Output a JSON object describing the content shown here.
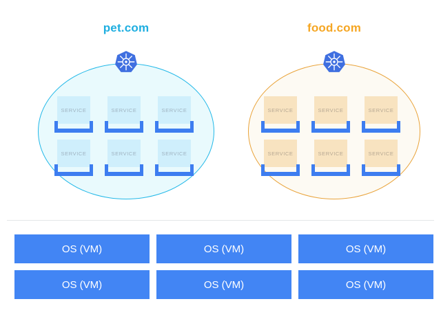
{
  "diagram": {
    "title_font_color_pet": "#1eaee0",
    "title_font_color_food": "#f5a623",
    "service_label": "SERVICE",
    "vm_label": "OS (VM)"
  },
  "clusters": [
    {
      "name": "pet-cluster",
      "title": "pet.com",
      "title_color": "#1eaee0",
      "border_color": "#22b8e8",
      "fill_color": "#e9fafd",
      "service_box_color": "#cfeffc",
      "service_text_color": "#9fb3c0",
      "icon": "kubernetes-icon",
      "services": [
        {
          "label": "SERVICE"
        },
        {
          "label": "SERVICE"
        },
        {
          "label": "SERVICE"
        },
        {
          "label": "SERVICE"
        },
        {
          "label": "SERVICE"
        },
        {
          "label": "SERVICE"
        }
      ]
    },
    {
      "name": "food-cluster",
      "title": "food.com",
      "title_color": "#f5a623",
      "border_color": "#e9a33a",
      "fill_color": "#fdfaf3",
      "service_box_color": "#f8e3c0",
      "service_text_color": "#b6a893",
      "icon": "kubernetes-icon",
      "services": [
        {
          "label": "SERVICE"
        },
        {
          "label": "SERVICE"
        },
        {
          "label": "SERVICE"
        },
        {
          "label": "SERVICE"
        },
        {
          "label": "SERVICE"
        },
        {
          "label": "SERVICE"
        }
      ]
    }
  ],
  "infrastructure": {
    "name": "vm-layer",
    "bar_color": "#4285f4",
    "bar_text_color": "#ffffff",
    "bars": [
      {
        "label": "OS (VM)"
      },
      {
        "label": "OS (VM)"
      },
      {
        "label": "OS (VM)"
      },
      {
        "label": "OS (VM)"
      },
      {
        "label": "OS (VM)"
      },
      {
        "label": "OS (VM)"
      }
    ]
  }
}
